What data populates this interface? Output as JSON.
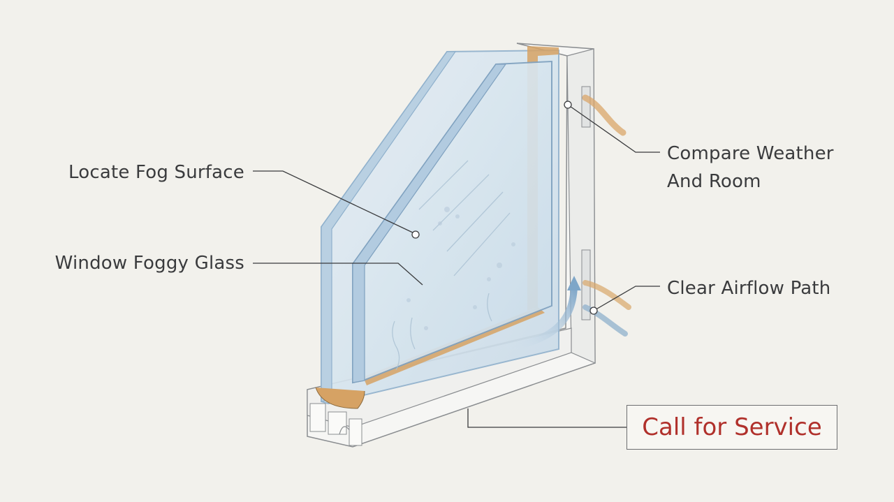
{
  "labels": {
    "fog_surface": "Locate Fog Surface",
    "foggy_glass": "Window Foggy Glass",
    "compare_line1": "Compare Weather",
    "compare_line2": "And Room",
    "airflow": "Clear Airflow Path"
  },
  "cta": {
    "label": "Call for Service"
  },
  "colors": {
    "background": "#f2f1ec",
    "glass": "#d6e4ee",
    "glass_edge": "#8fb0cc",
    "spacer": "#d6a264",
    "frame": "#f4f4f2",
    "cta_text": "#b0302b"
  }
}
